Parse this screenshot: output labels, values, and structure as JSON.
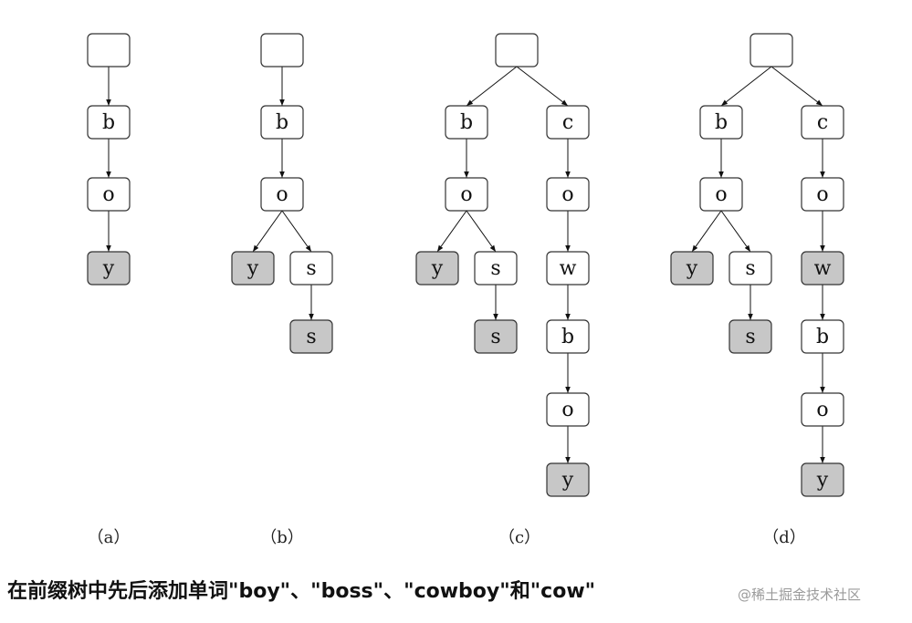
{
  "colors": {
    "terminal_fill": "#c7c7c7",
    "normal_fill": "#ffffff",
    "stroke": "#333333"
  },
  "panels": [
    {
      "label": "（a）",
      "nodes": [
        {
          "id": "root",
          "char": "",
          "terminal": false
        },
        {
          "id": "b",
          "char": "b",
          "terminal": false
        },
        {
          "id": "bo",
          "char": "o",
          "terminal": false
        },
        {
          "id": "boy",
          "char": "y",
          "terminal": true
        }
      ],
      "edges": [
        [
          "root",
          "b"
        ],
        [
          "b",
          "bo"
        ],
        [
          "bo",
          "boy"
        ]
      ]
    },
    {
      "label": "（b）",
      "nodes": [
        {
          "id": "root",
          "char": "",
          "terminal": false
        },
        {
          "id": "b",
          "char": "b",
          "terminal": false
        },
        {
          "id": "bo",
          "char": "o",
          "terminal": false
        },
        {
          "id": "boy",
          "char": "y",
          "terminal": true
        },
        {
          "id": "bos",
          "char": "s",
          "terminal": false
        },
        {
          "id": "boss",
          "char": "s",
          "terminal": true
        }
      ],
      "edges": [
        [
          "root",
          "b"
        ],
        [
          "b",
          "bo"
        ],
        [
          "bo",
          "boy"
        ],
        [
          "bo",
          "bos"
        ],
        [
          "bos",
          "boss"
        ]
      ]
    },
    {
      "label": "（c）",
      "nodes": [
        {
          "id": "root",
          "char": "",
          "terminal": false
        },
        {
          "id": "b",
          "char": "b",
          "terminal": false
        },
        {
          "id": "bo",
          "char": "o",
          "terminal": false
        },
        {
          "id": "boy",
          "char": "y",
          "terminal": true
        },
        {
          "id": "bos",
          "char": "s",
          "terminal": false
        },
        {
          "id": "boss",
          "char": "s",
          "terminal": true
        },
        {
          "id": "c",
          "char": "c",
          "terminal": false
        },
        {
          "id": "co",
          "char": "o",
          "terminal": false
        },
        {
          "id": "cow",
          "char": "w",
          "terminal": false
        },
        {
          "id": "cowb",
          "char": "b",
          "terminal": false
        },
        {
          "id": "cowbo",
          "char": "o",
          "terminal": false
        },
        {
          "id": "cowboy",
          "char": "y",
          "terminal": true
        }
      ],
      "edges": [
        [
          "root",
          "b"
        ],
        [
          "b",
          "bo"
        ],
        [
          "bo",
          "boy"
        ],
        [
          "bo",
          "bos"
        ],
        [
          "bos",
          "boss"
        ],
        [
          "root",
          "c"
        ],
        [
          "c",
          "co"
        ],
        [
          "co",
          "cow"
        ],
        [
          "cow",
          "cowb"
        ],
        [
          "cowb",
          "cowbo"
        ],
        [
          "cowbo",
          "cowboy"
        ]
      ]
    },
    {
      "label": "（d）",
      "nodes": [
        {
          "id": "root",
          "char": "",
          "terminal": false
        },
        {
          "id": "b",
          "char": "b",
          "terminal": false
        },
        {
          "id": "bo",
          "char": "o",
          "terminal": false
        },
        {
          "id": "boy",
          "char": "y",
          "terminal": true
        },
        {
          "id": "bos",
          "char": "s",
          "terminal": false
        },
        {
          "id": "boss",
          "char": "s",
          "terminal": true
        },
        {
          "id": "c",
          "char": "c",
          "terminal": false
        },
        {
          "id": "co",
          "char": "o",
          "terminal": false
        },
        {
          "id": "cow",
          "char": "w",
          "terminal": true
        },
        {
          "id": "cowb",
          "char": "b",
          "terminal": false
        },
        {
          "id": "cowbo",
          "char": "o",
          "terminal": false
        },
        {
          "id": "cowboy",
          "char": "y",
          "terminal": true
        }
      ],
      "edges": [
        [
          "root",
          "b"
        ],
        [
          "b",
          "bo"
        ],
        [
          "bo",
          "boy"
        ],
        [
          "bo",
          "bos"
        ],
        [
          "bos",
          "boss"
        ],
        [
          "root",
          "c"
        ],
        [
          "c",
          "co"
        ],
        [
          "co",
          "cow"
        ],
        [
          "cow",
          "cowb"
        ],
        [
          "cowb",
          "cowbo"
        ],
        [
          "cowbo",
          "cowboy"
        ]
      ]
    }
  ],
  "caption": "在前缀树中先后添加单词\"boy\"、\"boss\"、\"cowboy\"和\"cow\"",
  "watermark": "@稀土掘金技术社区"
}
